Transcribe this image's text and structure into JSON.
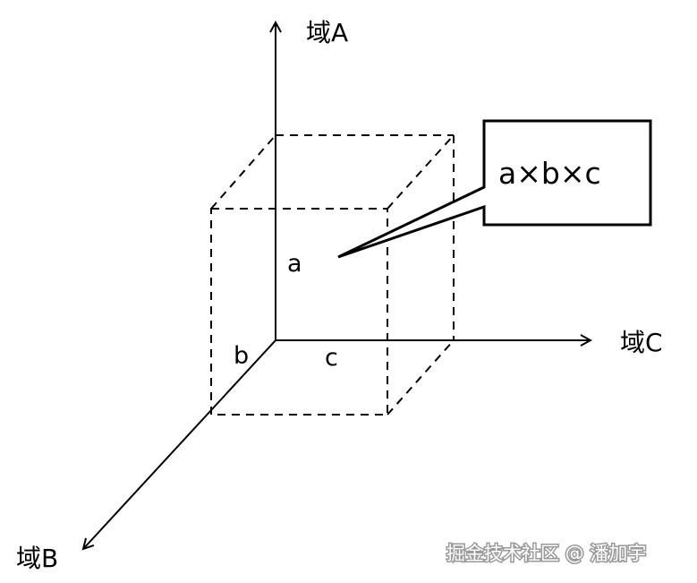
{
  "diagram": {
    "axes": {
      "a": "域A",
      "b": "域B",
      "c": "域C"
    },
    "edge_labels": {
      "a": "a",
      "b": "b",
      "c": "c"
    },
    "callout": "a×b×c"
  },
  "watermark": "掘金技术社区 @ 潘加宇"
}
